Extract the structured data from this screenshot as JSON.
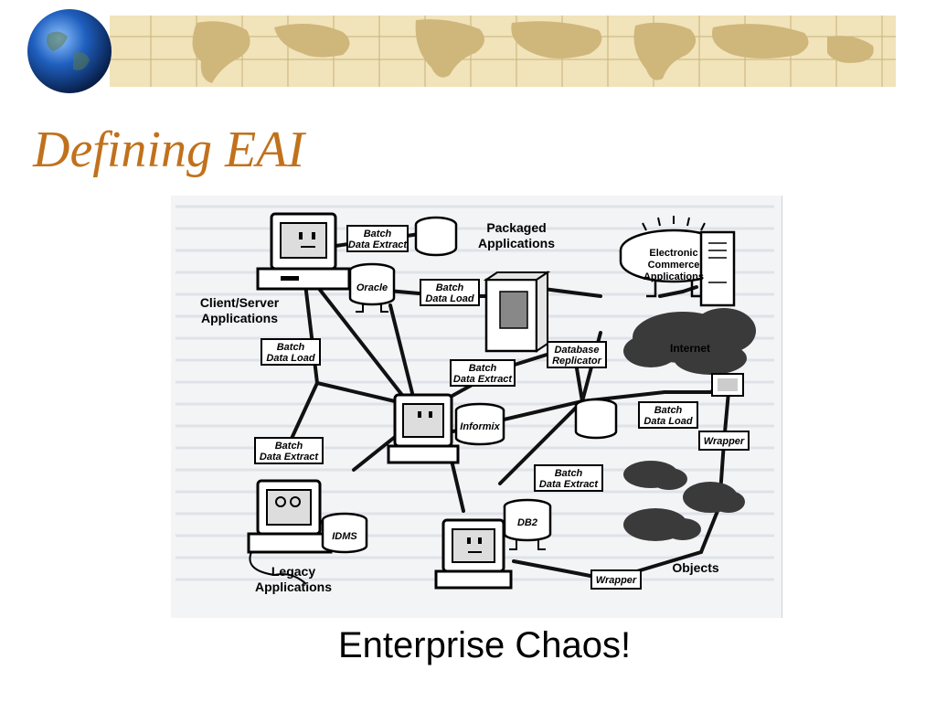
{
  "slide": {
    "title": "Defining EAI",
    "caption": "Enterprise Chaos!"
  },
  "diagram": {
    "groups": {
      "client_server": [
        "Client/Server",
        "Applications"
      ],
      "packaged": [
        "Packaged",
        "Applications"
      ],
      "legacy": [
        "Legacy",
        "Applications"
      ],
      "objects": "Objects",
      "internet": "Internet",
      "ecommerce": [
        "Electronic",
        "Commerce",
        "Applications"
      ]
    },
    "databases": {
      "oracle": "Oracle",
      "informix": "Informix",
      "idms": "IDMS",
      "db2": "DB2"
    },
    "links": {
      "batch_extract_1": [
        "Batch",
        "Data Extract"
      ],
      "batch_load_1": [
        "Batch",
        "Data Load"
      ],
      "batch_load_2": [
        "Batch",
        "Data Load"
      ],
      "db_replicator": [
        "Database",
        "Replicator"
      ],
      "batch_extract_2": [
        "Batch",
        "Data Extract"
      ],
      "batch_load_3": [
        "Batch",
        "Data Load"
      ],
      "batch_extract_3": [
        "Batch",
        "Data Extract"
      ],
      "batch_extract_4": [
        "Batch",
        "Data Extract"
      ],
      "wrapper_1": "Wrapper",
      "wrapper_2": "Wrapper"
    }
  }
}
